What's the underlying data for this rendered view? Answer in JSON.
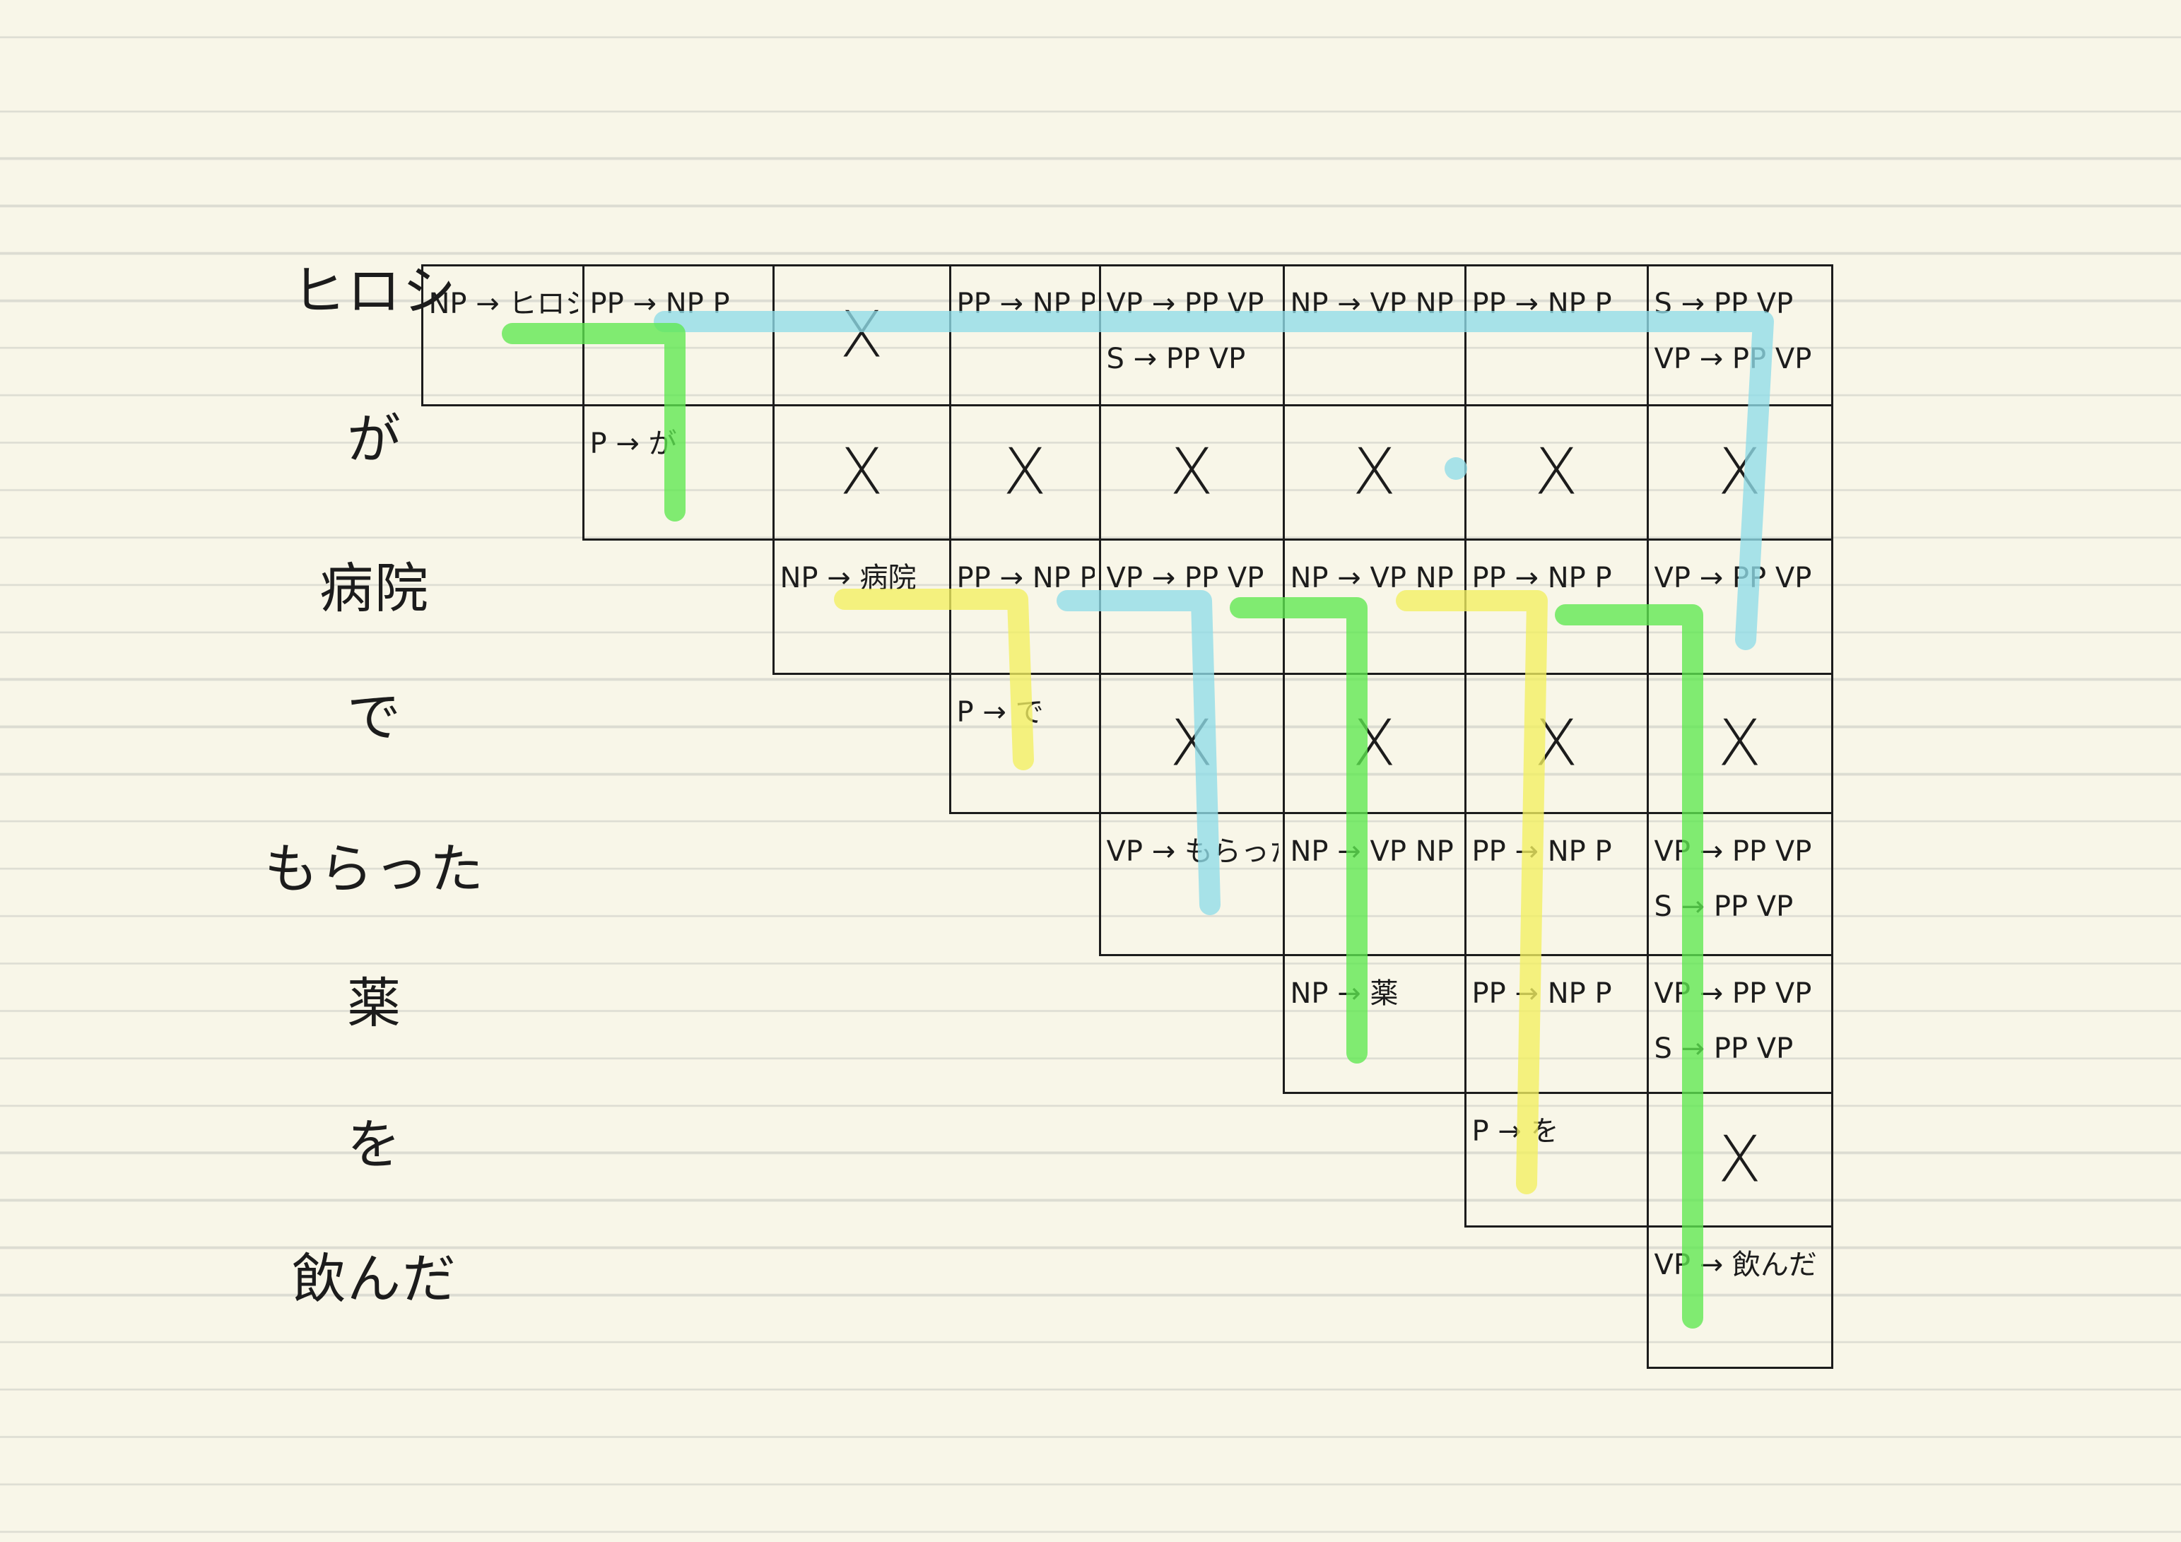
{
  "words": [
    "ヒロシ",
    "が",
    "病院",
    "で",
    "もらった",
    "薬",
    "を",
    "飲んだ"
  ],
  "cells": [
    {
      "row": 0,
      "col": 0,
      "lines": [
        "NP → ヒロシ"
      ]
    },
    {
      "row": 0,
      "col": 1,
      "lines": [
        "PP → NP  P"
      ]
    },
    {
      "row": 0,
      "col": 2,
      "lines": [],
      "mark": "X"
    },
    {
      "row": 0,
      "col": 3,
      "lines": [
        "PP → NP  P"
      ]
    },
    {
      "row": 0,
      "col": 4,
      "lines": [
        "VP → PP VP",
        "S → PP  VP"
      ]
    },
    {
      "row": 0,
      "col": 5,
      "lines": [
        "NP → VP  NP"
      ]
    },
    {
      "row": 0,
      "col": 6,
      "lines": [
        "PP → NP  P"
      ]
    },
    {
      "row": 0,
      "col": 7,
      "lines": [
        "S → PP VP",
        "VP → PP VP"
      ]
    },
    {
      "row": 1,
      "col": 1,
      "lines": [
        "P → が"
      ]
    },
    {
      "row": 1,
      "col": 2,
      "lines": [],
      "mark": "X"
    },
    {
      "row": 1,
      "col": 3,
      "lines": [],
      "mark": "X"
    },
    {
      "row": 1,
      "col": 4,
      "lines": [],
      "mark": "X"
    },
    {
      "row": 1,
      "col": 5,
      "lines": [],
      "mark": "X"
    },
    {
      "row": 1,
      "col": 6,
      "lines": [],
      "mark": "X"
    },
    {
      "row": 1,
      "col": 7,
      "lines": [],
      "mark": "X"
    },
    {
      "row": 2,
      "col": 2,
      "lines": [
        "NP → 病院"
      ]
    },
    {
      "row": 2,
      "col": 3,
      "lines": [
        "PP → NP P"
      ]
    },
    {
      "row": 2,
      "col": 4,
      "lines": [
        "VP → PP  VP"
      ]
    },
    {
      "row": 2,
      "col": 5,
      "lines": [
        "NP → VP NP"
      ]
    },
    {
      "row": 2,
      "col": 6,
      "lines": [
        "PP → NP  P"
      ]
    },
    {
      "row": 2,
      "col": 7,
      "lines": [
        "VP → PP VP"
      ]
    },
    {
      "row": 3,
      "col": 3,
      "lines": [
        "P → で"
      ]
    },
    {
      "row": 3,
      "col": 4,
      "lines": [],
      "mark": "X"
    },
    {
      "row": 3,
      "col": 5,
      "lines": [],
      "mark": "X"
    },
    {
      "row": 3,
      "col": 6,
      "lines": [],
      "mark": "X"
    },
    {
      "row": 3,
      "col": 7,
      "lines": [],
      "mark": "X"
    },
    {
      "row": 4,
      "col": 4,
      "lines": [
        "VP → もらった"
      ]
    },
    {
      "row": 4,
      "col": 5,
      "lines": [
        "NP → VP NP"
      ]
    },
    {
      "row": 4,
      "col": 6,
      "lines": [
        "PP → NP P"
      ]
    },
    {
      "row": 4,
      "col": 7,
      "lines": [
        "VP → PP VP",
        "S → PP VP"
      ]
    },
    {
      "row": 5,
      "col": 5,
      "lines": [
        "NP → 薬"
      ]
    },
    {
      "row": 5,
      "col": 6,
      "lines": [
        "PP → NP P"
      ]
    },
    {
      "row": 5,
      "col": 7,
      "lines": [
        "VP → PP VP",
        "S → PP VP"
      ]
    },
    {
      "row": 6,
      "col": 6,
      "lines": [
        "P → を"
      ]
    },
    {
      "row": 6,
      "col": 7,
      "lines": [],
      "mark": "X"
    },
    {
      "row": 7,
      "col": 7,
      "lines": [
        "VP → 飲んだ"
      ]
    }
  ],
  "highlight_colors": {
    "green": "#5ee84f",
    "blue": "#8fdde8",
    "yellow": "#f2f060"
  }
}
